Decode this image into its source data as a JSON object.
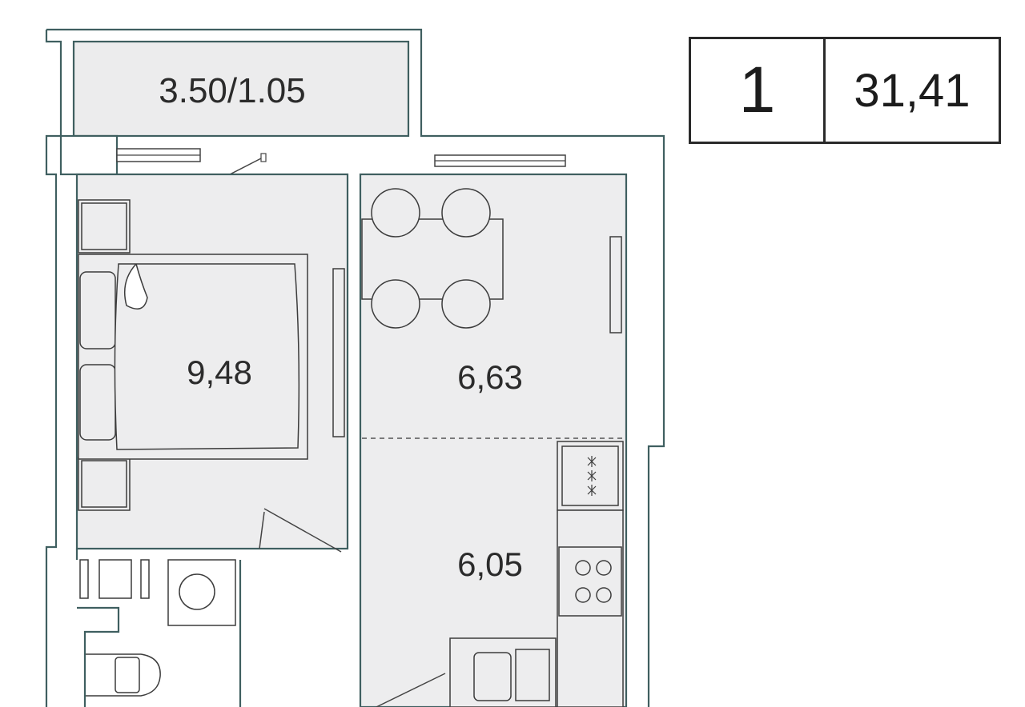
{
  "plan": {
    "balcony": {
      "label": "3.50/1.05"
    },
    "rooms": [
      {
        "id": "bedroom",
        "area": "9,48"
      },
      {
        "id": "dining",
        "area": "6,63"
      },
      {
        "id": "kitchen",
        "area": "6,05"
      }
    ]
  },
  "summary": {
    "rooms_count": "1",
    "total_area": "31,41"
  },
  "colors": {
    "wall": "#3f5f60",
    "floor": "#ededee",
    "fixture": "#3c3c3c"
  }
}
